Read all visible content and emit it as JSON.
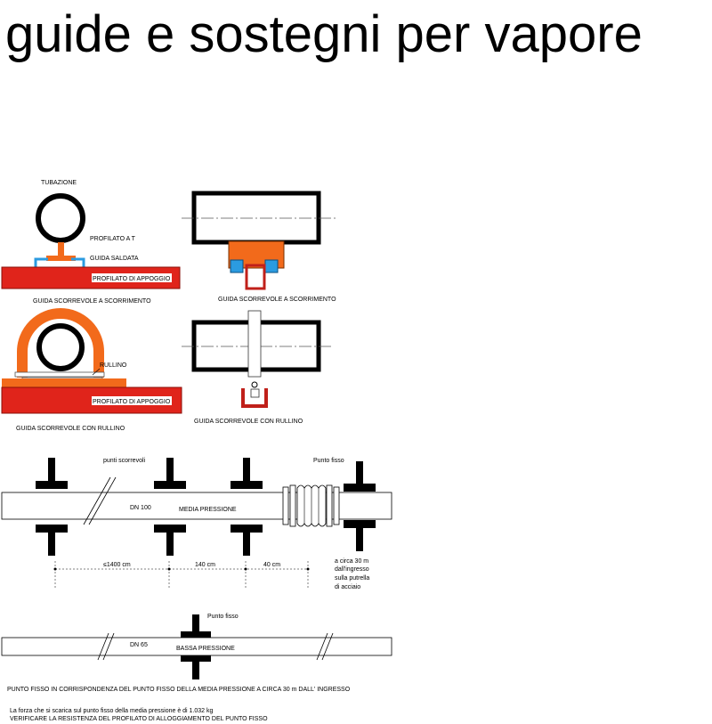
{
  "title": "guide e sostegni per vapore",
  "labels": {
    "tubazione": "TUBAZIONE",
    "profilato_t": "PROFILATO A T",
    "guida_saldata": "GUIDA SALDATA",
    "profilato_appoggio": "PROFILATO DI APPOGGIO",
    "guida_scorrevole_scorrimento": "GUIDA SCORREVOLE A SCORRIMENTO",
    "rullino": "RULLINO",
    "guida_scorrevole_rullino": "GUIDA SCORREVOLE CON RULLINO",
    "punti_scorrevoli": "punti scorrevoli",
    "punto_fisso": "Punto fisso",
    "dn100": "DN 100",
    "media_pressione": "MEDIA PRESSIONE",
    "dim_1400": "≤1400 cm",
    "dim_140": "140 cm",
    "dim_40": "40 cm",
    "note_fisso": [
      "a circa 30 m",
      "dall'ingresso",
      "sulla putrella",
      "di acciaio"
    ],
    "dn65": "DN 65",
    "bassa_pressione": "BASSA PRESSIONE",
    "footer_main": "PUNTO FISSO IN CORRISPONDENZA DEL PUNTO FISSO DELLA MEDIA PRESSIONE A CIRCA 30 m DALL' INGRESSO",
    "footer_force": "La forza che si scarica sul punto fisso della media pressione è di  1.032 kg",
    "footer_verify": "VERIFICARE LA RESISTENZA DEL PROFILATO DI ALLOGGIAMENTO DEL PUNTO FISSO"
  },
  "colors": {
    "beam_red": "#e0241b",
    "saddle_orange": "#f26a1b",
    "guide_blue": "#2b9be0",
    "dark_red": "#c0201a"
  }
}
